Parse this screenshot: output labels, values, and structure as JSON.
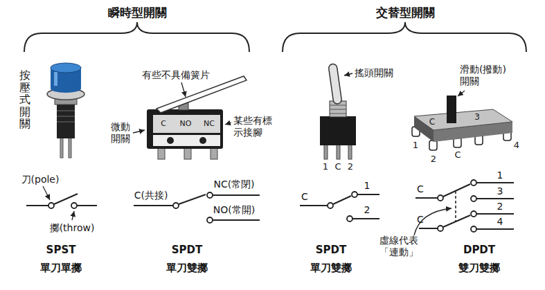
{
  "diagram": {
    "labels": [
      "瞬時型開關",
      "交替型開關",
      "按壓式開關",
      "有些不具備簧片",
      "微動開關",
      "某些有標示接腳",
      "C",
      "NO",
      "NC",
      "搖頭開關",
      "滑動(撥動)開關",
      "1",
      "C",
      "2",
      "C",
      "3",
      "1",
      "2",
      "C",
      "4",
      "刀(pole)",
      "擲(throw)",
      "C(共接)",
      "NC(常閉)",
      "NO(常開)",
      "C",
      "1",
      "2",
      "C",
      "1",
      "3",
      "C",
      "2",
      "4",
      "虛線代表「連動」",
      "SPST",
      "單刀單擲",
      "SPDT",
      "單刀雙擲",
      "SPDT",
      "單刀雙擲",
      "DPDT",
      "雙刀雙擲"
    ]
  }
}
